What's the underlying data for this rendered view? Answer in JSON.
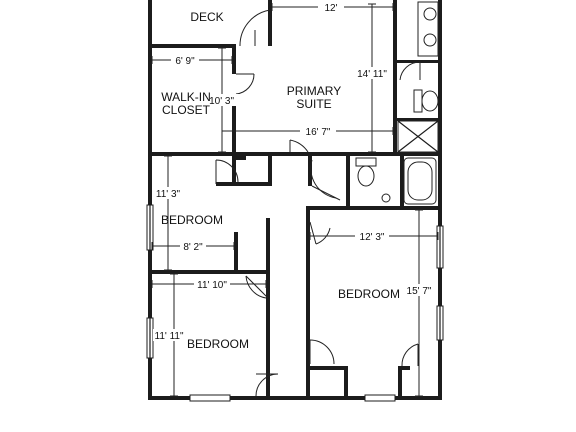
{
  "rooms": {
    "deck": "DECK",
    "walk_in_closet_line1": "WALK-IN",
    "walk_in_closet_line2": "CLOSET",
    "primary_suite_line1": "PRIMARY",
    "primary_suite_line2": "SUITE",
    "bedroom_left_top": "BEDROOM",
    "bedroom_right": "BEDROOM",
    "bedroom_left_bottom": "BEDROOM"
  },
  "dimensions": {
    "deck_width": "12'",
    "closet_width": "6' 9\"",
    "closet_depth": "10' 3\"",
    "primary_depth": "14' 11\"",
    "primary_width": "16' 7\"",
    "bedroom_top_depth": "11' 3\"",
    "bedroom_top_width": "8' 2\"",
    "bedroom_right_width": "12' 3\"",
    "bedroom_right_depth": "15' 7\"",
    "bedroom_bottom_width": "11' 10\"",
    "bedroom_bottom_depth": "11' 11\""
  }
}
